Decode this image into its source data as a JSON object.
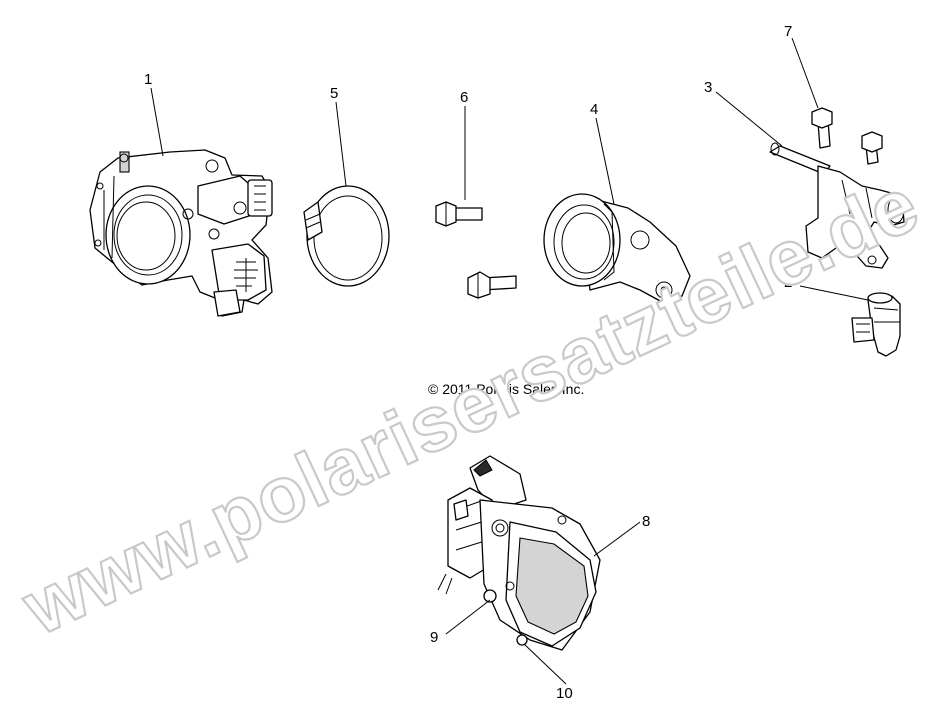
{
  "callouts": {
    "c1": "1",
    "c2": "2",
    "c3": "3",
    "c4": "4",
    "c5": "5",
    "c6": "6",
    "c7": "7",
    "c8": "8",
    "c9": "9",
    "c10": "10"
  },
  "copyright": "© 2011 Polaris Sales Inc.",
  "watermark": "www.polarisersatzteile.de"
}
